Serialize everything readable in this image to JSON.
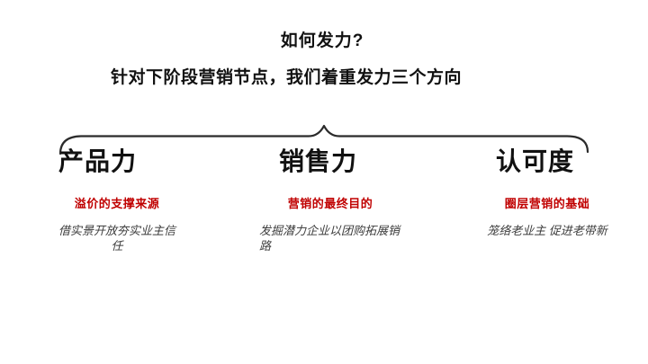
{
  "slide": {
    "title": "如何发力?",
    "subtitle": "针对下阶段营销节点，我们着重发力三个方向",
    "columns": [
      {
        "heading": "产品力",
        "tagline": "溢价的支撑来源",
        "description": "借实景开放夯实业主信任"
      },
      {
        "heading": "销售力",
        "tagline": "营销的最终目的",
        "description": "发掘潜力企业以团购拓展销路"
      },
      {
        "heading": "认可度",
        "tagline": "圈层营销的基础",
        "description": "笼络老业主 促进老带新"
      }
    ],
    "colors": {
      "accent_red": "#C00000",
      "text_black": "#111111",
      "brace_stroke": "#2b2b2b"
    }
  }
}
